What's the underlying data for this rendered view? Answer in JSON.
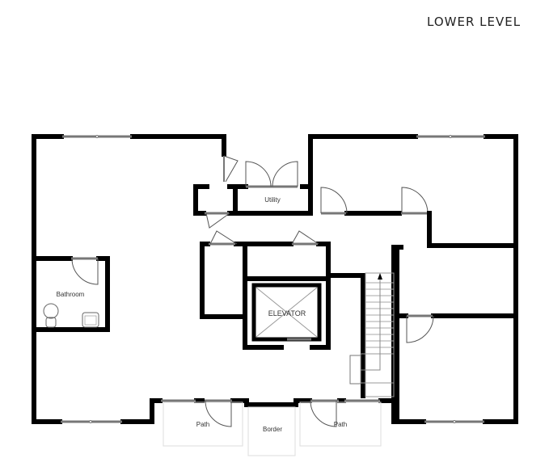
{
  "header": {
    "title": "LOWER LEVEL"
  },
  "rooms": {
    "utility": "Utility",
    "bathroom": "Bathroom",
    "elevator": "ELEVATOR",
    "path_left": "Path",
    "border": "Border",
    "path_right": "Path"
  },
  "colors": {
    "wall": "#000000",
    "window": "#777777",
    "door": "#555555",
    "background": "#ffffff"
  }
}
